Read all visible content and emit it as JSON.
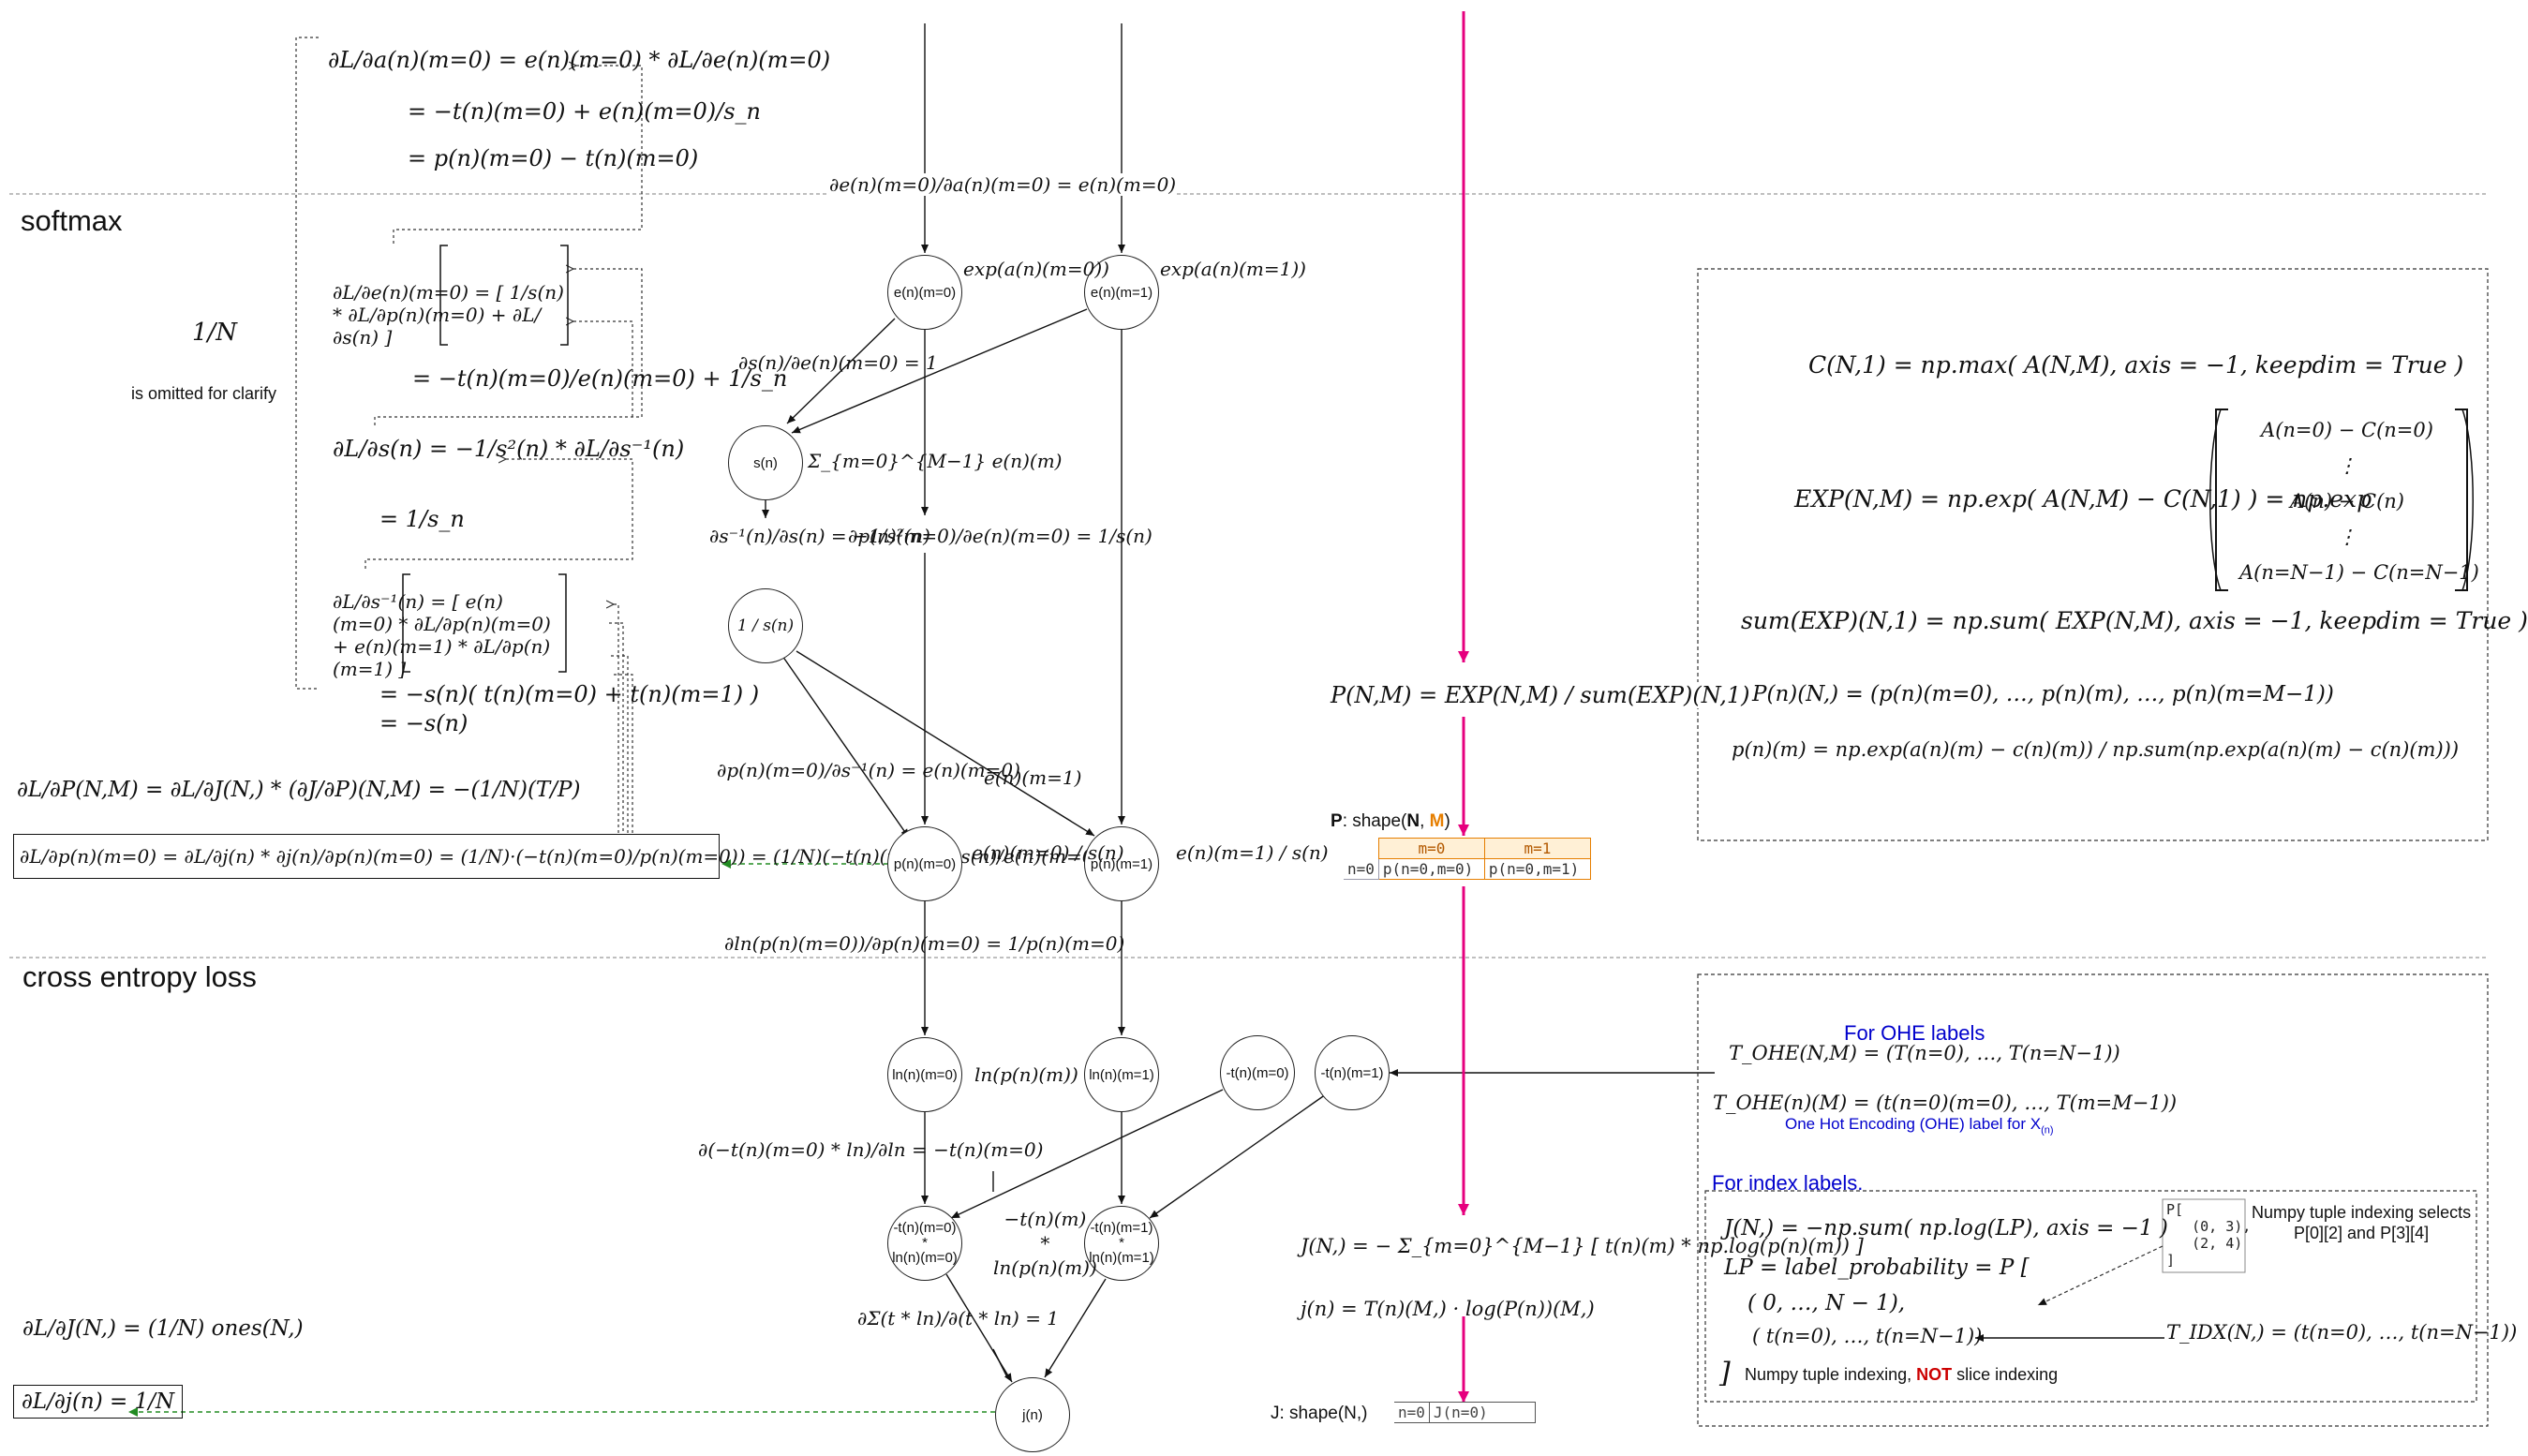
{
  "sections": {
    "softmax": "softmax",
    "cross_entropy": "cross entropy loss"
  },
  "omitted_note": {
    "fraction": "1/N",
    "text": "is omitted for clarify"
  },
  "left_derivations": {
    "dL_da": [
      "∂L/∂a(n)(m=0) = e(n)(m=0) * ∂L/∂e(n)(m=0)",
      "= −t(n)(m=0) + e(n)(m=0)/s_n",
      "= p(n)(m=0) − t(n)(m=0)"
    ],
    "dL_de": [
      "∂L/∂e(n)(m=0) = [ 1/s(n) * ∂L/∂p(n)(m=0) + ∂L/∂s(n) ]",
      "= −t(n)(m=0)/e(n)(m=0) + 1/s_n"
    ],
    "dL_ds": [
      "∂L/∂s(n) = −1/s²(n) * ∂L/∂s⁻¹(n)",
      "= 1/s_n"
    ],
    "dL_dsinv": [
      "∂L/∂s⁻¹(n) = [ e(n)(m=0) * ∂L/∂p(n)(m=0) + e(n)(m=1) * ∂L/∂p(n)(m=1) ]",
      "= −s(n)( t(n)(m=0) + t(n)(m=1) )",
      "= −s(n)"
    ],
    "dL_dP": "∂L/∂P(N,M) = ∂L/∂J(N,) * (∂J/∂P)(N,M) = −(1/N)(T/P)",
    "dL_dp_boxed": "∂L/∂p(n)(m=0) = ∂L/∂j(n) * ∂j(n)/∂p(n)(m=0) = (1/N)·(−t(n)(m=0)/p(n)(m=0)) = (1/N)(−t(n)(m=0) * s(n)/e(n)(m=0))",
    "dL_dJ": "∂L/∂J(N,) = (1/N) ones(N,)",
    "dL_dj_boxed": "∂L/∂j(n) = 1/N"
  },
  "graph": {
    "nodes": {
      "e0": "e(n)(m=0)",
      "e1": "e(n)(m=1)",
      "s": "s(n)",
      "sinv": "1 / s(n)",
      "p0": "p(n)(m=0)",
      "p1": "p(n)(m=1)",
      "ln0": "ln(n)(m=0)",
      "ln1": "ln(n)(m=1)",
      "t0": "-t(n)(m=0)",
      "t1": "-t(n)(m=1)",
      "tl0": [
        "-t(n)(m=0)",
        "*",
        "ln(n)(m=0)"
      ],
      "tl1": [
        "-t(n)(m=1)",
        "*",
        "ln(n)(m=1)"
      ],
      "j": "j(n)"
    },
    "labels": {
      "de_da": "∂e(n)(m=0)/∂a(n)(m=0) = e(n)(m=0)",
      "exp0": "exp(a(n)(m=0))",
      "exp1": "exp(a(n)(m=1))",
      "ds_de": "∂s(n)/∂e(n)(m=0) = 1",
      "sum": "Σ_{m=0}^{M−1} e(n)(m)",
      "dsinv_ds": "∂s⁻¹(n)/∂s(n) = −1/s²(n)",
      "dp_de": "∂p(n)(m=0)/∂e(n)(m=0) = 1/s(n)",
      "dp_dsinv": "∂p(n)(m=0)/∂s⁻¹(n) = e(n)(m=0)",
      "e1_edge": "e(n)(m=1)",
      "p0_def": "e(n)(m=0) / s(n)",
      "p1_def": "e(n)(m=1) / s(n)",
      "dln_dp": "∂ln(p(n)(m=0))/∂p(n)(m=0) = 1/p(n)(m=0)",
      "ln_p": "ln(p(n)(m))",
      "dtl_dln": "∂(−t(n)(m=0) * ln)/∂ln = −t(n)(m=0)",
      "tl_def": [
        "−t(n)(m)",
        "*",
        "ln(p(n)(m))"
      ],
      "dsum_dtl": "∂Σ(t * ln)/∂(t * ln) = 1"
    }
  },
  "probability": {
    "formula": "P(N,M) = EXP(N,M) / sum(EXP)(N,1)",
    "shape_label": "P: shape(N, M)",
    "shape_N": "N",
    "shape_M": "M",
    "table": {
      "row_header": "n=0",
      "col_headers": [
        "m=0",
        "m=1"
      ],
      "cells": [
        "p(n=0,m=0)",
        "p(n=0,m=1)"
      ]
    }
  },
  "loss": {
    "formula1": "J(N,) = − Σ_{m=0}^{M−1} [ t(n)(m) * np.log(p(n)(m)) ]",
    "formula2": "j(n) = T(n)(M,) · log(P(n))(M,)",
    "shape_label": "J: shape(N,)",
    "table": {
      "row_header": "n=0",
      "cell": "J(n=0)"
    }
  },
  "numpy_box": {
    "lines": [
      "C(N,1) = np.max( A(N,M), axis = −1, keepdim = True )",
      "EXP(N,M) = np.exp( A(N,M) − C(N,1) ) = np.exp",
      "sum(EXP)(N,1) = np.sum( EXP(N,M), axis = −1, keepdim = True )",
      "P(n)(N,) = (p(n)(m=0), …, p(n)(m), …, p(n)(m=M−1))",
      "p(n)(m) = np.exp(a(n)(m) − c(n)(m)) / np.sum(np.exp(a(n)(m) − c(n)(m)))"
    ],
    "matrix_rows": [
      "A(n=0) − C(n=0)",
      "⋮",
      "A(n) − C(n)",
      "⋮",
      "A(n=N−1) − C(n=N−1)"
    ]
  },
  "labels_box": {
    "ohe_title": "For OHE labels",
    "ohe_line1": "T_OHE(N,M) = (T(n=0), …, T(n=N−1))",
    "ohe_line2": "T_OHE(n)(M) = (t(n=0)(m=0), …, T(m=M−1))",
    "ohe_caption": "One Hot Encoding (OHE) label for X",
    "ohe_caption_sub": "(n)",
    "index_title": "For index labels.",
    "idx_line1": "J(N,) = −np.sum( np.log(LP), axis = −1 )",
    "idx_line2": "LP = label_probability = P [",
    "idx_line3": "( 0, …, N − 1),",
    "idx_line4": "( t(n=0), …, t(n=N−1))",
    "idx_close": "]",
    "tidx": "T_IDX(N,) = (t(n=0), …, t(n=N−1))",
    "code": "P[\n   (0, 3),\n   (2, 4)\n]",
    "note": [
      "Numpy tuple indexing selects",
      "P[0][2] and P[3][4]"
    ],
    "footer_pre": "Numpy tuple indexing, ",
    "footer_not": "NOT",
    "footer_post": " slice indexing"
  },
  "colors": {
    "accent_magenta": "#e6007e",
    "green_dashed": "#228b22",
    "orange": "#e67e00",
    "blue": "#0000cc",
    "red": "#cc0000"
  }
}
